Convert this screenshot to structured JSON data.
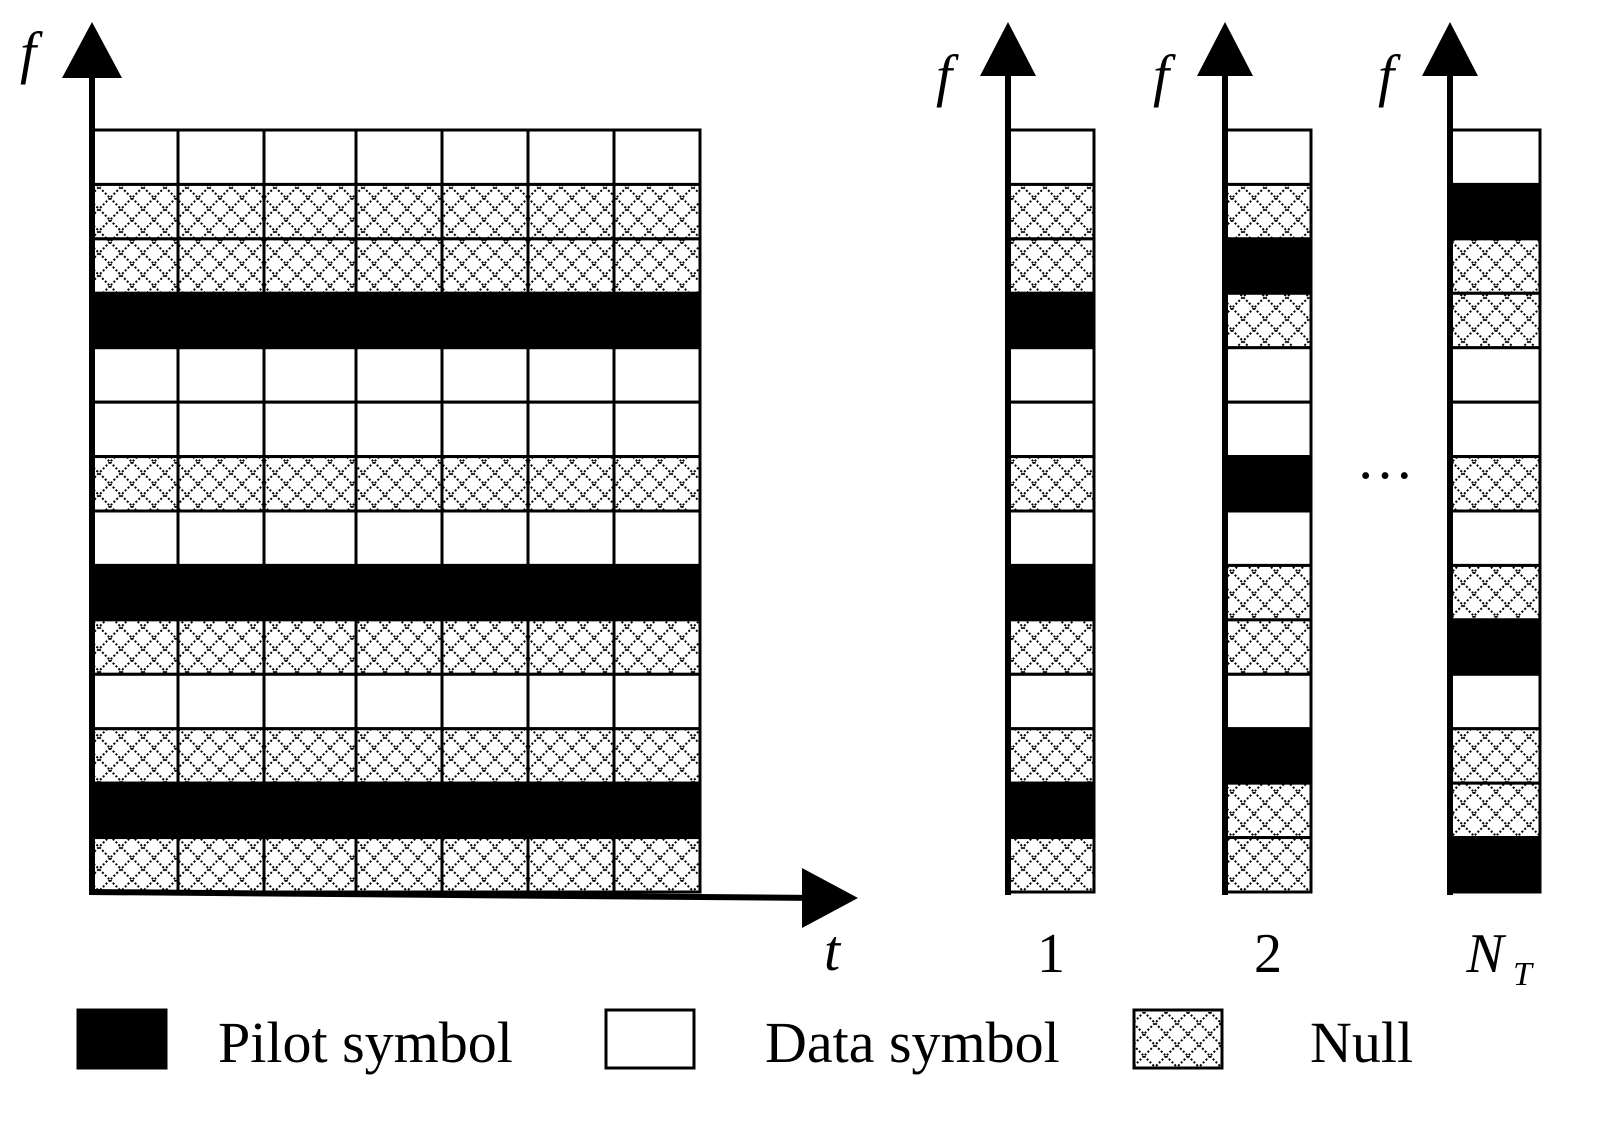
{
  "main_grid": {
    "axis_f_label": "f",
    "axis_t_label": "t",
    "row_types": [
      "data",
      "null",
      "null",
      "pilot",
      "data",
      "data",
      "null",
      "data",
      "pilot",
      "null",
      "data",
      "null",
      "pilot",
      "null"
    ]
  },
  "antennas": [
    {
      "f_label": "f",
      "label": "1",
      "subscript": "",
      "row_types": [
        "data",
        "null",
        "null",
        "pilot",
        "data",
        "data",
        "null",
        "data",
        "pilot",
        "null",
        "data",
        "null",
        "pilot",
        "null"
      ]
    },
    {
      "f_label": "f",
      "label": "2",
      "subscript": "",
      "row_types": [
        "data",
        "null",
        "pilot",
        "null",
        "data",
        "data",
        "pilot",
        "data",
        "null",
        "null",
        "data",
        "pilot",
        "null",
        "null"
      ]
    },
    {
      "f_label": "f",
      "label": "N",
      "subscript": "T",
      "row_types": [
        "data",
        "pilot",
        "null",
        "null",
        "data",
        "data",
        "null",
        "data",
        "null",
        "pilot",
        "data",
        "null",
        "null",
        "pilot"
      ]
    }
  ],
  "ellipsis": "···",
  "legend": [
    {
      "type": "pilot",
      "label": "Pilot symbol"
    },
    {
      "type": "data",
      "label": "Data symbol"
    },
    {
      "type": "null",
      "label": "Null"
    }
  ],
  "colors": {
    "pilot": "#000000",
    "data": "#ffffff",
    "stroke": "#000000"
  }
}
